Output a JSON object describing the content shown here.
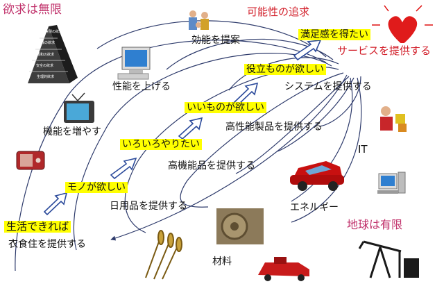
{
  "corner_labels": {
    "top_left": "欲求は無限",
    "top_center": "可能性の追求",
    "bottom_right": "地球は有限"
  },
  "pyramid_levels": [
    "自己実現の欲求",
    "自我の欲求",
    "親和の欲求",
    "安全の欲求",
    "生理的欲求"
  ],
  "desire_steps": [
    "生活できれば",
    "モノが欲しい",
    "いろいろやりたい",
    "いいものが欲しい",
    "役立ものが欲しい",
    "満足感を得たい"
  ],
  "offering_labels": [
    "衣食住を提供する",
    "日用品を提供する",
    "高機能品を提供する",
    "高性能製品を提供する",
    "システムを提供する",
    "サービスを提供する"
  ],
  "product_labels": [
    "機能を増やす",
    "性能を上げる",
    "効能を提案"
  ],
  "resource_labels": [
    "IT",
    "エネルギー",
    "材料"
  ],
  "colors": {
    "highlight": "#ffff00",
    "accent_pink": "#c0306a",
    "accent_red": "#d21f2a",
    "arrow_fill": "#ffffff",
    "arrow_stroke": "#2b4a9b",
    "curve_stroke": "#2d3a6b"
  },
  "icons": [
    "pyramid-icon",
    "radio-icon",
    "tv-icon",
    "computer-monitor-icon",
    "family-icon",
    "heart-icon",
    "gift-delivery-icon",
    "car-icon",
    "desktop-pc-icon",
    "wheat-icon",
    "gear-icon",
    "truck-icon",
    "oil-pump-icon"
  ]
}
